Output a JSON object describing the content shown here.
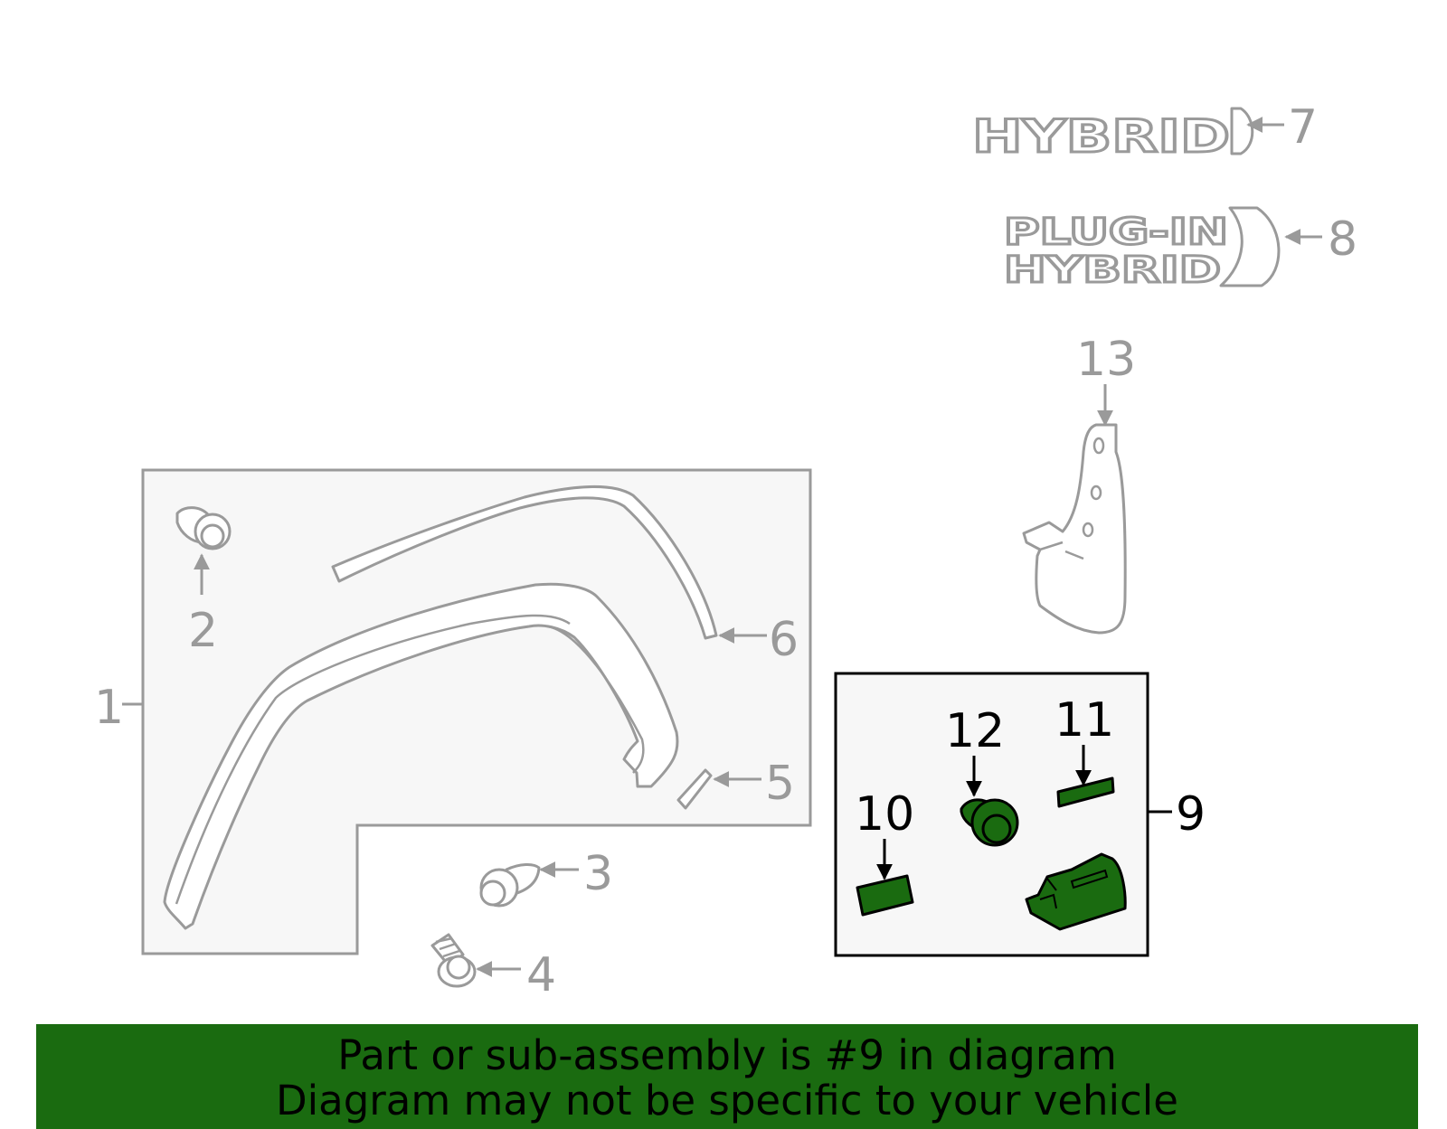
{
  "callouts": {
    "c1": "1",
    "c2": "2",
    "c3": "3",
    "c4": "4",
    "c5": "5",
    "c6": "6",
    "c7": "7",
    "c8": "8",
    "c9": "9",
    "c10": "10",
    "c11": "11",
    "c12": "12",
    "c13": "13"
  },
  "emblems": {
    "hybrid": "HYBRID",
    "plugin_line1": "PLUG-IN",
    "plugin_line2": "HYBRID"
  },
  "banner": {
    "line1": "Part or sub-assembly is #9 in diagram",
    "line2": "Diagram may not be specific to your vehicle"
  },
  "colors": {
    "highlight": "#1a6b10",
    "outline": "#9a9a9a",
    "selected_outline": "#000000"
  }
}
